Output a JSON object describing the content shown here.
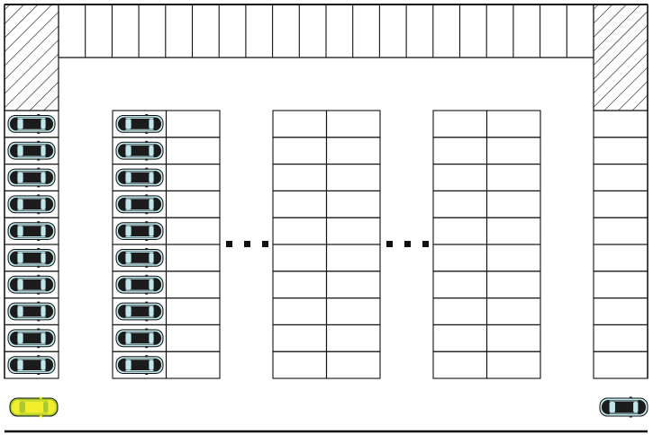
{
  "parking_lot": {
    "colors": {
      "background": "#ffffff",
      "line": "#111111",
      "car_body": "#1c1c1c",
      "car_trim": "#bfe6ea",
      "highlight_car_body": "#f2ee2b",
      "highlight_car_trim": "#a8c930"
    },
    "top_row": {
      "stall_count": 20
    },
    "left_column": {
      "stall_count": 10,
      "occupied": [
        true,
        true,
        true,
        true,
        true,
        true,
        true,
        true,
        true,
        true
      ]
    },
    "double_rows": [
      {
        "id": "block-1",
        "stall_rows": 10,
        "occupied_left": [
          true,
          true,
          true,
          true,
          true,
          true,
          true,
          true,
          true,
          true
        ],
        "occupied_right": [
          false,
          false,
          false,
          false,
          false,
          false,
          false,
          false,
          false,
          false
        ]
      },
      {
        "id": "block-2",
        "stall_rows": 10,
        "occupied_left": [
          false,
          false,
          false,
          false,
          false,
          false,
          false,
          false,
          false,
          false
        ],
        "occupied_right": [
          false,
          false,
          false,
          false,
          false,
          false,
          false,
          false,
          false,
          false
        ]
      },
      {
        "id": "block-3",
        "stall_rows": 10,
        "occupied_left": [
          false,
          false,
          false,
          false,
          false,
          false,
          false,
          false,
          false,
          false
        ],
        "occupied_right": [
          false,
          false,
          false,
          false,
          false,
          false,
          false,
          false,
          false,
          false
        ]
      }
    ],
    "right_column": {
      "stall_count": 10
    },
    "ellipsis_count": 2,
    "hatched_corners": [
      "top-left",
      "top-right"
    ],
    "moving_cars": [
      {
        "name": "entering-car",
        "color": "yellow",
        "location": "bottom-left"
      },
      {
        "name": "exiting-car",
        "color": "black",
        "location": "bottom-right"
      }
    ]
  }
}
